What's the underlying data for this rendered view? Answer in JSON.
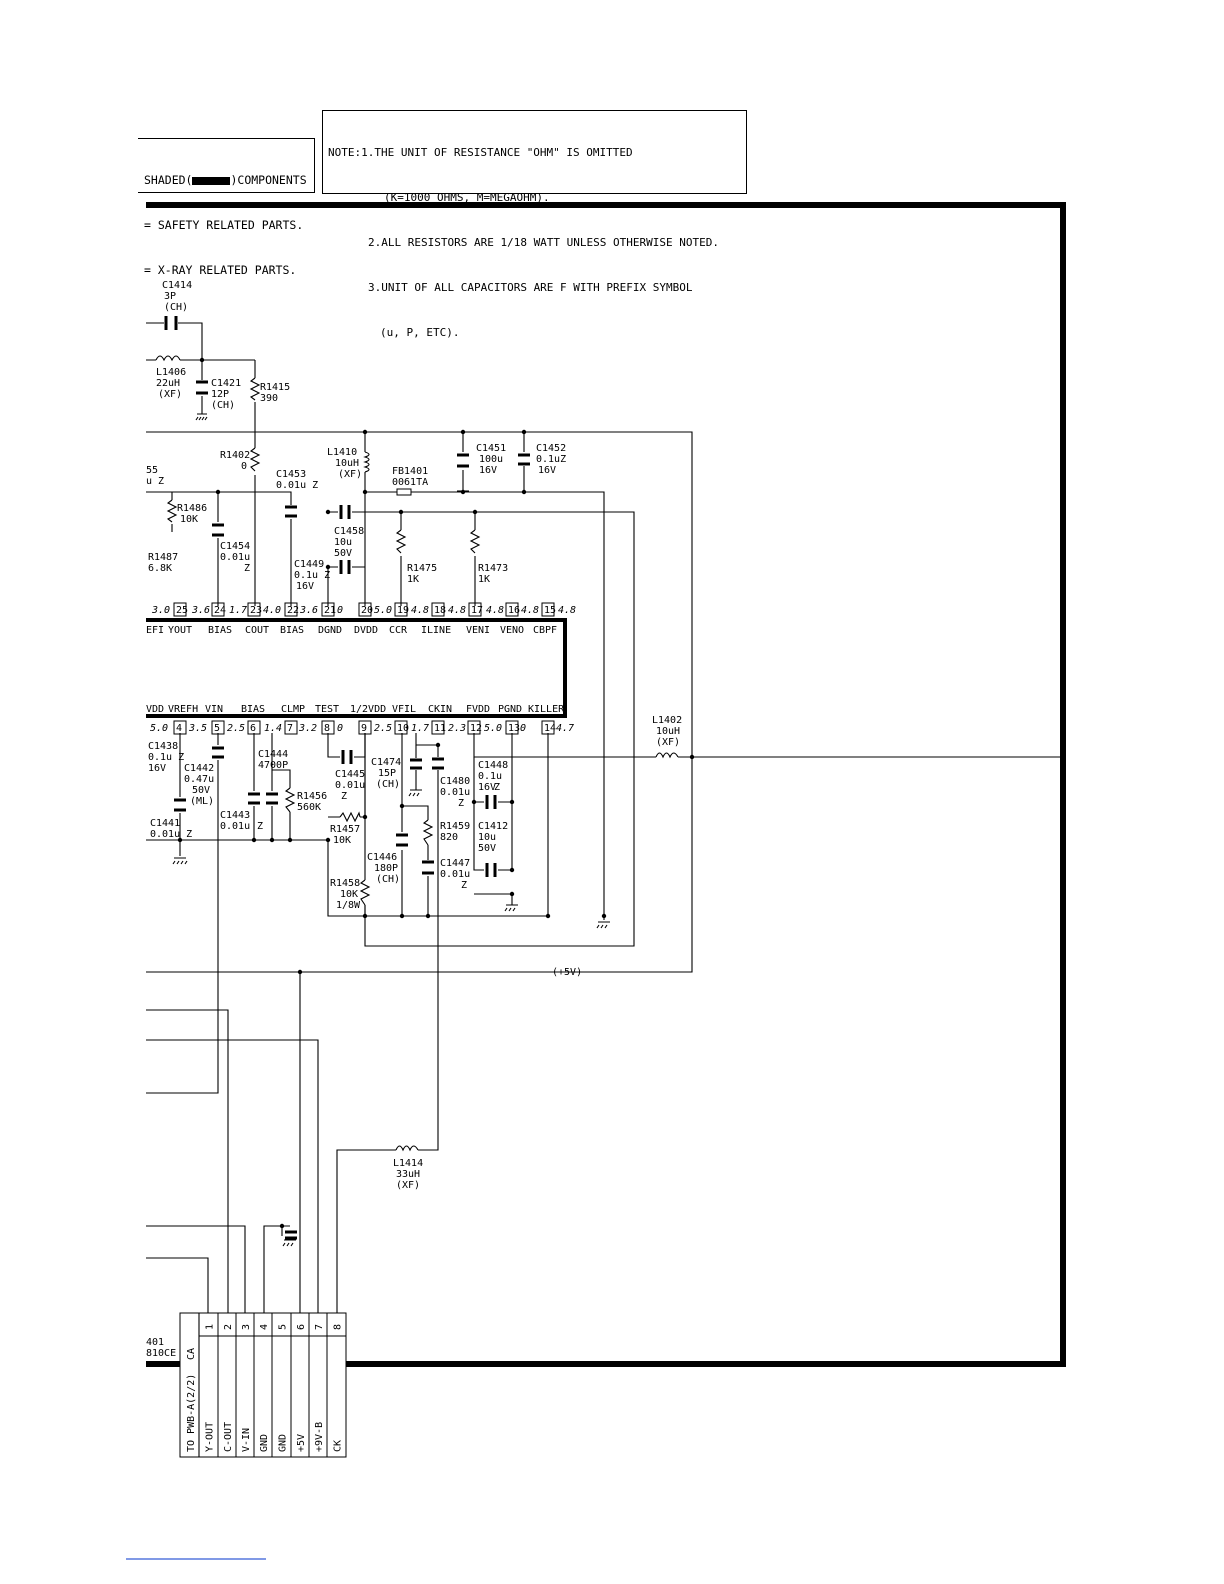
{
  "legend": {
    "line1_prefix": "SHADED(",
    "line1_suffix": ")COMPONENTS",
    "line2": "= SAFETY RELATED PARTS.",
    "line3": "= X-RAY RELATED PARTS."
  },
  "note": {
    "label": "NOTE:",
    "line1": "1.THE UNIT OF RESISTANCE \"OHM\" IS OMITTED",
    "line2": "(K=1000 OHMS, M=MEGAOHM).",
    "line3": "2.ALL RESISTORS ARE 1/18 WATT UNLESS OTHERWISE NOTED.",
    "line4": "3.UNIT OF ALL CAPACITORS ARE F WITH PREFIX SYMBOL",
    "line5": "(u, P, ETC)."
  },
  "labels": [
    {
      "id": "C1414",
      "text": "C1414"
    },
    {
      "id": "C1414v",
      "text": "3P"
    },
    {
      "id": "C1414t",
      "text": "(CH)"
    },
    {
      "id": "L1406",
      "text": "L1406"
    },
    {
      "id": "L1406v",
      "text": "22uH"
    },
    {
      "id": "L1406t",
      "text": "(XF)"
    },
    {
      "id": "C1421",
      "text": "C1421"
    },
    {
      "id": "C1421v",
      "text": "12P"
    },
    {
      "id": "C1421t",
      "text": "(CH)"
    },
    {
      "id": "R1415",
      "text": "R1415"
    },
    {
      "id": "R1415v",
      "text": "390"
    },
    {
      "id": "R1402",
      "text": "R1402"
    },
    {
      "id": "R1402v",
      "text": "0"
    },
    {
      "id": "C1453",
      "text": "C1453"
    },
    {
      "id": "C1453v",
      "text": "0.01u Z"
    },
    {
      "id": "L1410",
      "text": "L1410"
    },
    {
      "id": "L1410v",
      "text": "10uH"
    },
    {
      "id": "L1410t",
      "text": "(XF)"
    },
    {
      "id": "FB1401",
      "text": "FB1401"
    },
    {
      "id": "FB1401v",
      "text": "0061TA"
    },
    {
      "id": "C1451",
      "text": "C1451"
    },
    {
      "id": "C1451v",
      "text": "100u"
    },
    {
      "id": "C1451t",
      "text": "16V"
    },
    {
      "id": "C1452",
      "text": "C1452"
    },
    {
      "id": "C1452v",
      "text": "0.1uZ"
    },
    {
      "id": "C1452t",
      "text": "16V"
    },
    {
      "id": "c55",
      "text": "55"
    },
    {
      "id": "c55z",
      "text": "u Z"
    },
    {
      "id": "R1486",
      "text": "R1486"
    },
    {
      "id": "R1486v",
      "text": "10K"
    },
    {
      "id": "C1454",
      "text": "C1454"
    },
    {
      "id": "C1454v",
      "text": "0.01u"
    },
    {
      "id": "C1454z",
      "text": "Z"
    },
    {
      "id": "R1487",
      "text": "R1487"
    },
    {
      "id": "R1487v",
      "text": "6.8K"
    },
    {
      "id": "C1458",
      "text": "C1458"
    },
    {
      "id": "C1458v",
      "text": "10u"
    },
    {
      "id": "C1458t",
      "text": "50V"
    },
    {
      "id": "C1449",
      "text": "C1449"
    },
    {
      "id": "C1449v",
      "text": "0.1u Z"
    },
    {
      "id": "C1449t",
      "text": "16V"
    },
    {
      "id": "R1475",
      "text": "R1475"
    },
    {
      "id": "R1475v",
      "text": "1K"
    },
    {
      "id": "R1473",
      "text": "R1473"
    },
    {
      "id": "R1473v",
      "text": "1K"
    },
    {
      "id": "C1438",
      "text": "C1438"
    },
    {
      "id": "C1438v",
      "text": "0.1u Z"
    },
    {
      "id": "C1438t",
      "text": "16V"
    },
    {
      "id": "C1442",
      "text": "C1442"
    },
    {
      "id": "C1442v",
      "text": "0.47u"
    },
    {
      "id": "C1442t",
      "text": "50V"
    },
    {
      "id": "C1442m",
      "text": "(ML)"
    },
    {
      "id": "C1444",
      "text": "C1444"
    },
    {
      "id": "C1444v",
      "text": "4700P"
    },
    {
      "id": "R1456",
      "text": "R1456"
    },
    {
      "id": "R1456v",
      "text": "560K"
    },
    {
      "id": "C1443",
      "text": "C1443"
    },
    {
      "id": "C1443v",
      "text": "0.01u"
    },
    {
      "id": "C1443z",
      "text": "Z"
    },
    {
      "id": "C1441",
      "text": "C1441"
    },
    {
      "id": "C1441v",
      "text": "0.01u Z"
    },
    {
      "id": "C1445",
      "text": "C1445"
    },
    {
      "id": "C1445v",
      "text": "0.01u"
    },
    {
      "id": "C1445z",
      "text": "Z"
    },
    {
      "id": "C1474",
      "text": "C1474"
    },
    {
      "id": "C1474v",
      "text": "15P"
    },
    {
      "id": "C1474t",
      "text": "(CH)"
    },
    {
      "id": "C1480",
      "text": "C1480"
    },
    {
      "id": "C1480v",
      "text": "0.01u"
    },
    {
      "id": "C1480z",
      "text": "Z"
    },
    {
      "id": "C1448",
      "text": "C1448"
    },
    {
      "id": "C1448v",
      "text": "0.1u"
    },
    {
      "id": "C1448t",
      "text": "16V"
    },
    {
      "id": "C1448z",
      "text": "Z"
    },
    {
      "id": "C1412",
      "text": "C1412"
    },
    {
      "id": "C1412v",
      "text": "10u"
    },
    {
      "id": "C1412t",
      "text": "50V"
    },
    {
      "id": "R1457",
      "text": "R1457"
    },
    {
      "id": "R1457v",
      "text": "10K"
    },
    {
      "id": "R1459",
      "text": "R1459"
    },
    {
      "id": "R1459v",
      "text": "820"
    },
    {
      "id": "C1446",
      "text": "C1446"
    },
    {
      "id": "C1446v",
      "text": "180P"
    },
    {
      "id": "C1446t",
      "text": "(CH)"
    },
    {
      "id": "C1447",
      "text": "C1447"
    },
    {
      "id": "C1447v",
      "text": "0.01u"
    },
    {
      "id": "C1447z",
      "text": "Z"
    },
    {
      "id": "R1458",
      "text": "R1458"
    },
    {
      "id": "R1458v",
      "text": "10K"
    },
    {
      "id": "R1458w",
      "text": "1/8W"
    },
    {
      "id": "L1402",
      "text": "L1402"
    },
    {
      "id": "L1402v",
      "text": "10uH"
    },
    {
      "id": "L1402t",
      "text": "(XF)"
    },
    {
      "id": "L1414",
      "text": "L1414"
    },
    {
      "id": "L1414v",
      "text": "33uH"
    },
    {
      "id": "L1414t",
      "text": "(XF)"
    },
    {
      "id": "v5",
      "text": "(+5V)"
    },
    {
      "id": "p401",
      "text": "401"
    },
    {
      "id": "p810",
      "text": "810CE"
    }
  ],
  "ic_top": {
    "pins": [
      "25",
      "24",
      "23",
      "22",
      "21",
      "20",
      "19",
      "18",
      "17",
      "16",
      "15"
    ],
    "voltages": [
      "3.0",
      "3.6",
      "1.7",
      "4.0",
      "3.6",
      "0",
      "5.0",
      "4.8",
      "4.8",
      "4.8",
      "4.8",
      "4.8"
    ],
    "names": [
      "EFI",
      "YOUT",
      "BIAS",
      "COUT",
      "BIAS",
      "DGND",
      "DVDD",
      "CCR",
      "ILINE",
      "VENI",
      "VENO",
      "CBPF"
    ]
  },
  "ic_bottom": {
    "pins": [
      "4",
      "5",
      "6",
      "7",
      "8",
      "9",
      "10",
      "11",
      "12",
      "13",
      "14"
    ],
    "voltages": [
      "5.0",
      "3.5",
      "2.5",
      "1.4",
      "3.2",
      "0",
      "2.5",
      "1.7",
      "2.3",
      "5.0",
      "0",
      "4.7"
    ],
    "names": [
      "VDD",
      "VREFH",
      "VIN",
      "BIAS",
      "CLMP",
      "TEST",
      "1/2VDD",
      "VFIL",
      "CKIN",
      "FVDD",
      "PGND",
      "KILLER"
    ]
  },
  "connector": {
    "name": "CA",
    "header": "TO PWB-A(2/2)",
    "pins": [
      "1",
      "2",
      "3",
      "4",
      "5",
      "6",
      "7",
      "8"
    ],
    "signals": [
      "Y-OUT",
      "C-OUT",
      "V-IN",
      "GND",
      "GND",
      "+5V",
      "+9V-B",
      "CK"
    ]
  }
}
